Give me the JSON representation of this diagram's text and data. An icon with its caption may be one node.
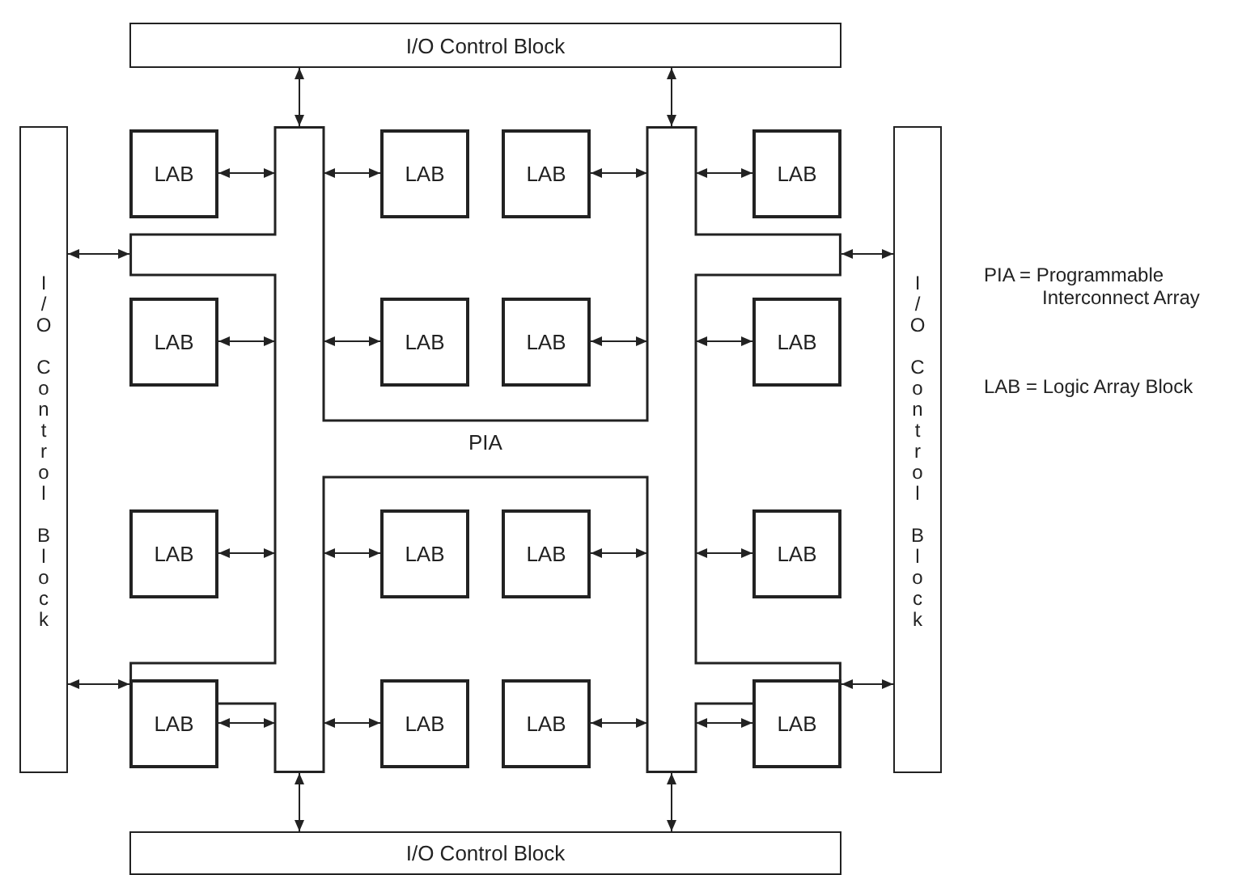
{
  "diagram": {
    "nodes": [
      {
        "text": [
          "I/O Control Block"
        ]
      },
      {
        "text": [
          "I/O Control Block"
        ]
      },
      {
        "text": [
          "I/O Control Block"
        ]
      },
      {
        "text": [
          "PIA"
        ]
      },
      {
        "text": [
          "LAB"
        ]
      },
      {
        "text": [
          "LAB"
        ]
      },
      {
        "text": [
          "LAB"
        ]
      },
      {
        "text": [
          "LAB"
        ]
      },
      {
        "text": [
          "LAB"
        ]
      },
      {
        "text": [
          "LAB"
        ]
      },
      {
        "text": [
          "LAB"
        ]
      },
      {
        "text": [
          "LAB"
        ]
      },
      {
        "text": [
          "LAB"
        ]
      },
      {
        "text": [
          "LAB"
        ]
      },
      {
        "text": [
          "LAB"
        ]
      },
      {
        "text": [
          "LAB"
        ]
      },
      {
        "text": [
          "LAB"
        ]
      },
      {
        "text": [
          "LAB"
        ]
      },
      {
        "text": [
          "LAB"
        ]
      },
      {
        "text": [
          "LAB"
        ]
      },
      {
        "text": [
          "I/O Control Block"
        ]
      }
    ],
    "edges": [
      {
        "from": 0,
        "to": 3,
        "arrow": "both"
      },
      {
        "from": 0,
        "to": 3,
        "arrow": "both"
      },
      {
        "from": 4,
        "to": 3,
        "arrow": "both"
      },
      {
        "from": 5,
        "to": 3,
        "arrow": "both"
      },
      {
        "from": 6,
        "to": 3,
        "arrow": "both"
      },
      {
        "from": 7,
        "to": 3,
        "arrow": "both"
      },
      {
        "from": 1,
        "to": 3,
        "arrow": "both"
      },
      {
        "from": 2,
        "to": 3,
        "arrow": "both"
      },
      {
        "from": 8,
        "to": 3,
        "arrow": "both"
      },
      {
        "from": 9,
        "to": 3,
        "arrow": "both"
      },
      {
        "from": 10,
        "to": 3,
        "arrow": "both"
      },
      {
        "from": 11,
        "to": 3,
        "arrow": "both"
      },
      {
        "from": 12,
        "to": 3,
        "arrow": "both"
      },
      {
        "from": 13,
        "to": 3,
        "arrow": "both"
      },
      {
        "from": 14,
        "to": 3,
        "arrow": "both"
      },
      {
        "from": 15,
        "to": 3,
        "arrow": "both"
      },
      {
        "from": 1,
        "to": 3,
        "arrow": "both"
      },
      {
        "from": 2,
        "to": 3,
        "arrow": "both"
      },
      {
        "from": 16,
        "to": 3,
        "arrow": "both"
      },
      {
        "from": 17,
        "to": 3,
        "arrow": "both"
      },
      {
        "from": 18,
        "to": 3,
        "arrow": "both"
      },
      {
        "from": 19,
        "to": 3,
        "arrow": "both"
      },
      {
        "from": 20,
        "to": 3,
        "arrow": "both"
      },
      {
        "from": 20,
        "to": 3,
        "arrow": "both"
      }
    ],
    "labels": [
      "PIA = Programmable Interconnect Array",
      "LAB = Logic Array Block"
    ]
  }
}
